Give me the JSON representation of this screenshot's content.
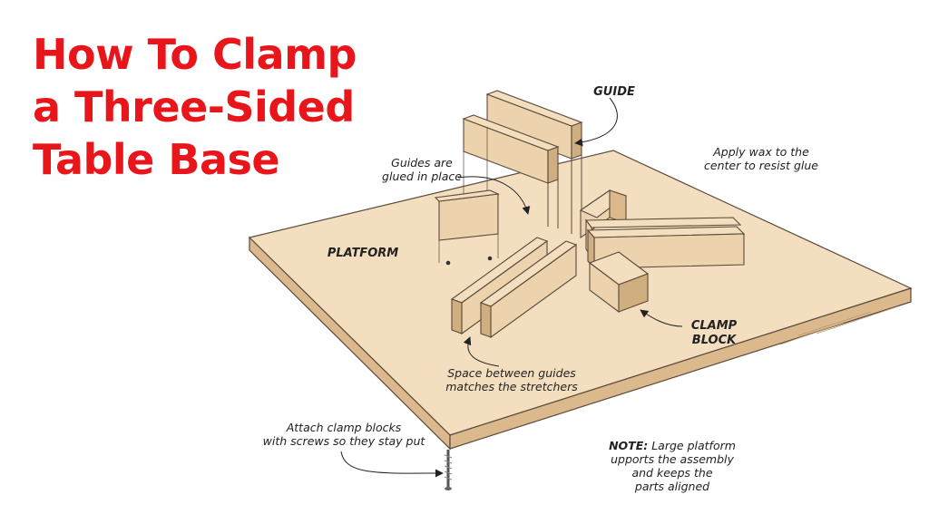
{
  "title": {
    "lines": [
      "How To Clamp",
      "a Three-Sided",
      "Table Base"
    ],
    "color": "#e8151b"
  },
  "labels": {
    "guide": "GUIDE",
    "platform": "PLATFORM",
    "clamp_block": "CLAMP\nBLOCK",
    "guides_glued": "Guides are\nglued in place",
    "apply_wax": "Apply wax to the\ncenter to resist glue",
    "space_between": "Space between guides\nmatches the stretchers",
    "attach_clamp": "Attach clamp blocks\nwith screws so they stay put",
    "note_prefix": "NOTE:",
    "note_body": " Large platform\nupports the assembly\nand keeps the\nparts aligned"
  },
  "colors": {
    "wood": "#edd3ad",
    "wood_top": "#f3dfbf",
    "wood_side": "#dcb98d",
    "end_grain": "#cfae7f",
    "outline": "#5a4a3a",
    "leader": "#222222"
  },
  "icons": {
    "arrow": "arrowhead-icon",
    "screw": "screw-icon"
  }
}
